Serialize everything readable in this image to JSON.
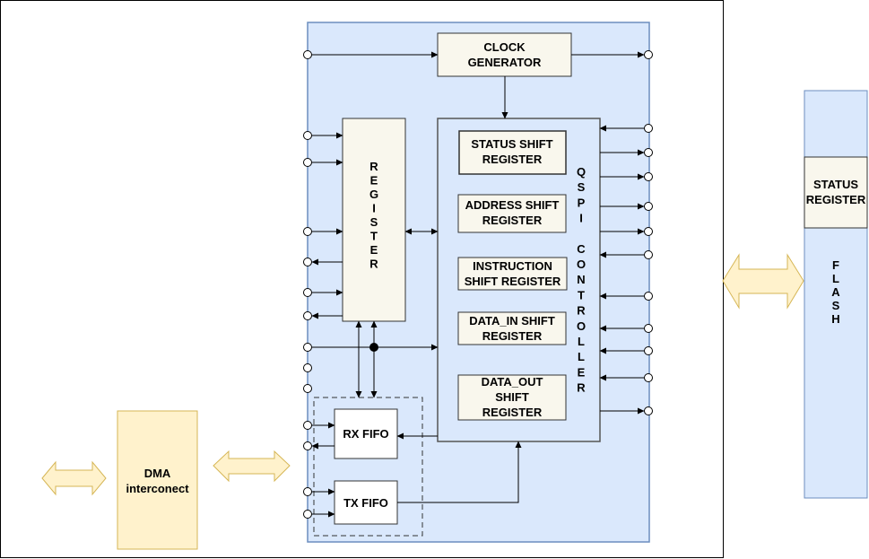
{
  "blocks": {
    "clock_generator": [
      "CLOCK",
      "GENERATOR"
    ],
    "register_vertical": "REGISTER",
    "qspi_controller_vertical": "QSPI CONTROLLER",
    "status_shift": [
      "STATUS SHIFT",
      "REGISTER"
    ],
    "address_shift": [
      "ADDRESS SHIFT",
      "REGISTER"
    ],
    "instruction_shift": [
      "INSTRUCTION",
      "SHIFT REGISTER"
    ],
    "data_in_shift": [
      "DATA_IN SHIFT",
      "REGISTER"
    ],
    "data_out_shift": [
      "DATA_OUT",
      "SHIFT",
      "REGISTER"
    ],
    "rx_fifo": "RX FIFO",
    "tx_fifo": "TX FIFO",
    "dma": [
      "DMA",
      "interconect"
    ],
    "flash_status": [
      "STATUS",
      "REGISTER"
    ],
    "flash_vertical": "FLASH"
  },
  "colors": {
    "core_fill": "#dae8fc",
    "core_stroke": "#6c8ebf",
    "block_fill": "#f9f7ed",
    "dma_fill": "#fff2cc",
    "dma_stroke": "#d6b656",
    "arrow_fill": "#fff2cc",
    "arrow_stroke": "#d6b656"
  }
}
